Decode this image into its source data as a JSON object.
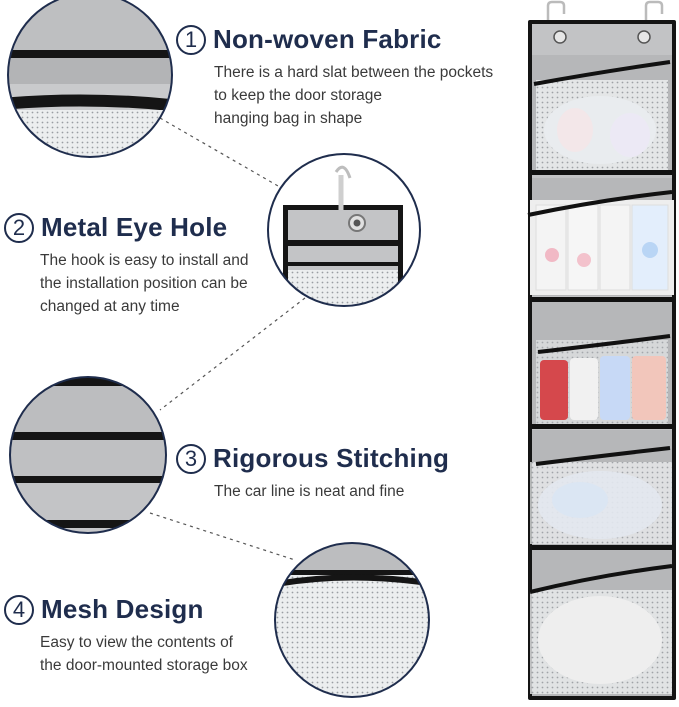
{
  "features": [
    {
      "number": "1",
      "title": "Non-woven Fabric",
      "lines": [
        "There is a hard slat between the pockets",
        "to keep the door storage",
        "hanging bag in shape"
      ]
    },
    {
      "number": "2",
      "title": "Metal Eye Hole",
      "lines": [
        "The hook is easy to install and",
        "the installation position can be",
        "changed at any time"
      ]
    },
    {
      "number": "3",
      "title": "Rigorous Stitching",
      "lines": [
        "The car line is neat and fine"
      ]
    },
    {
      "number": "4",
      "title": "Mesh Design",
      "lines": [
        "Easy to view the contents of",
        "the door-mounted storage box"
      ]
    }
  ],
  "colors": {
    "heading": "#1f2d4d",
    "body_text": "#3a3a3a",
    "fabric_gray": "#b8b9bb",
    "binding_black": "#111111"
  },
  "icons": [
    "detail-circle-fabric",
    "detail-circle-eyehole",
    "detail-circle-stitching",
    "detail-circle-mesh",
    "door-organizer-product"
  ]
}
